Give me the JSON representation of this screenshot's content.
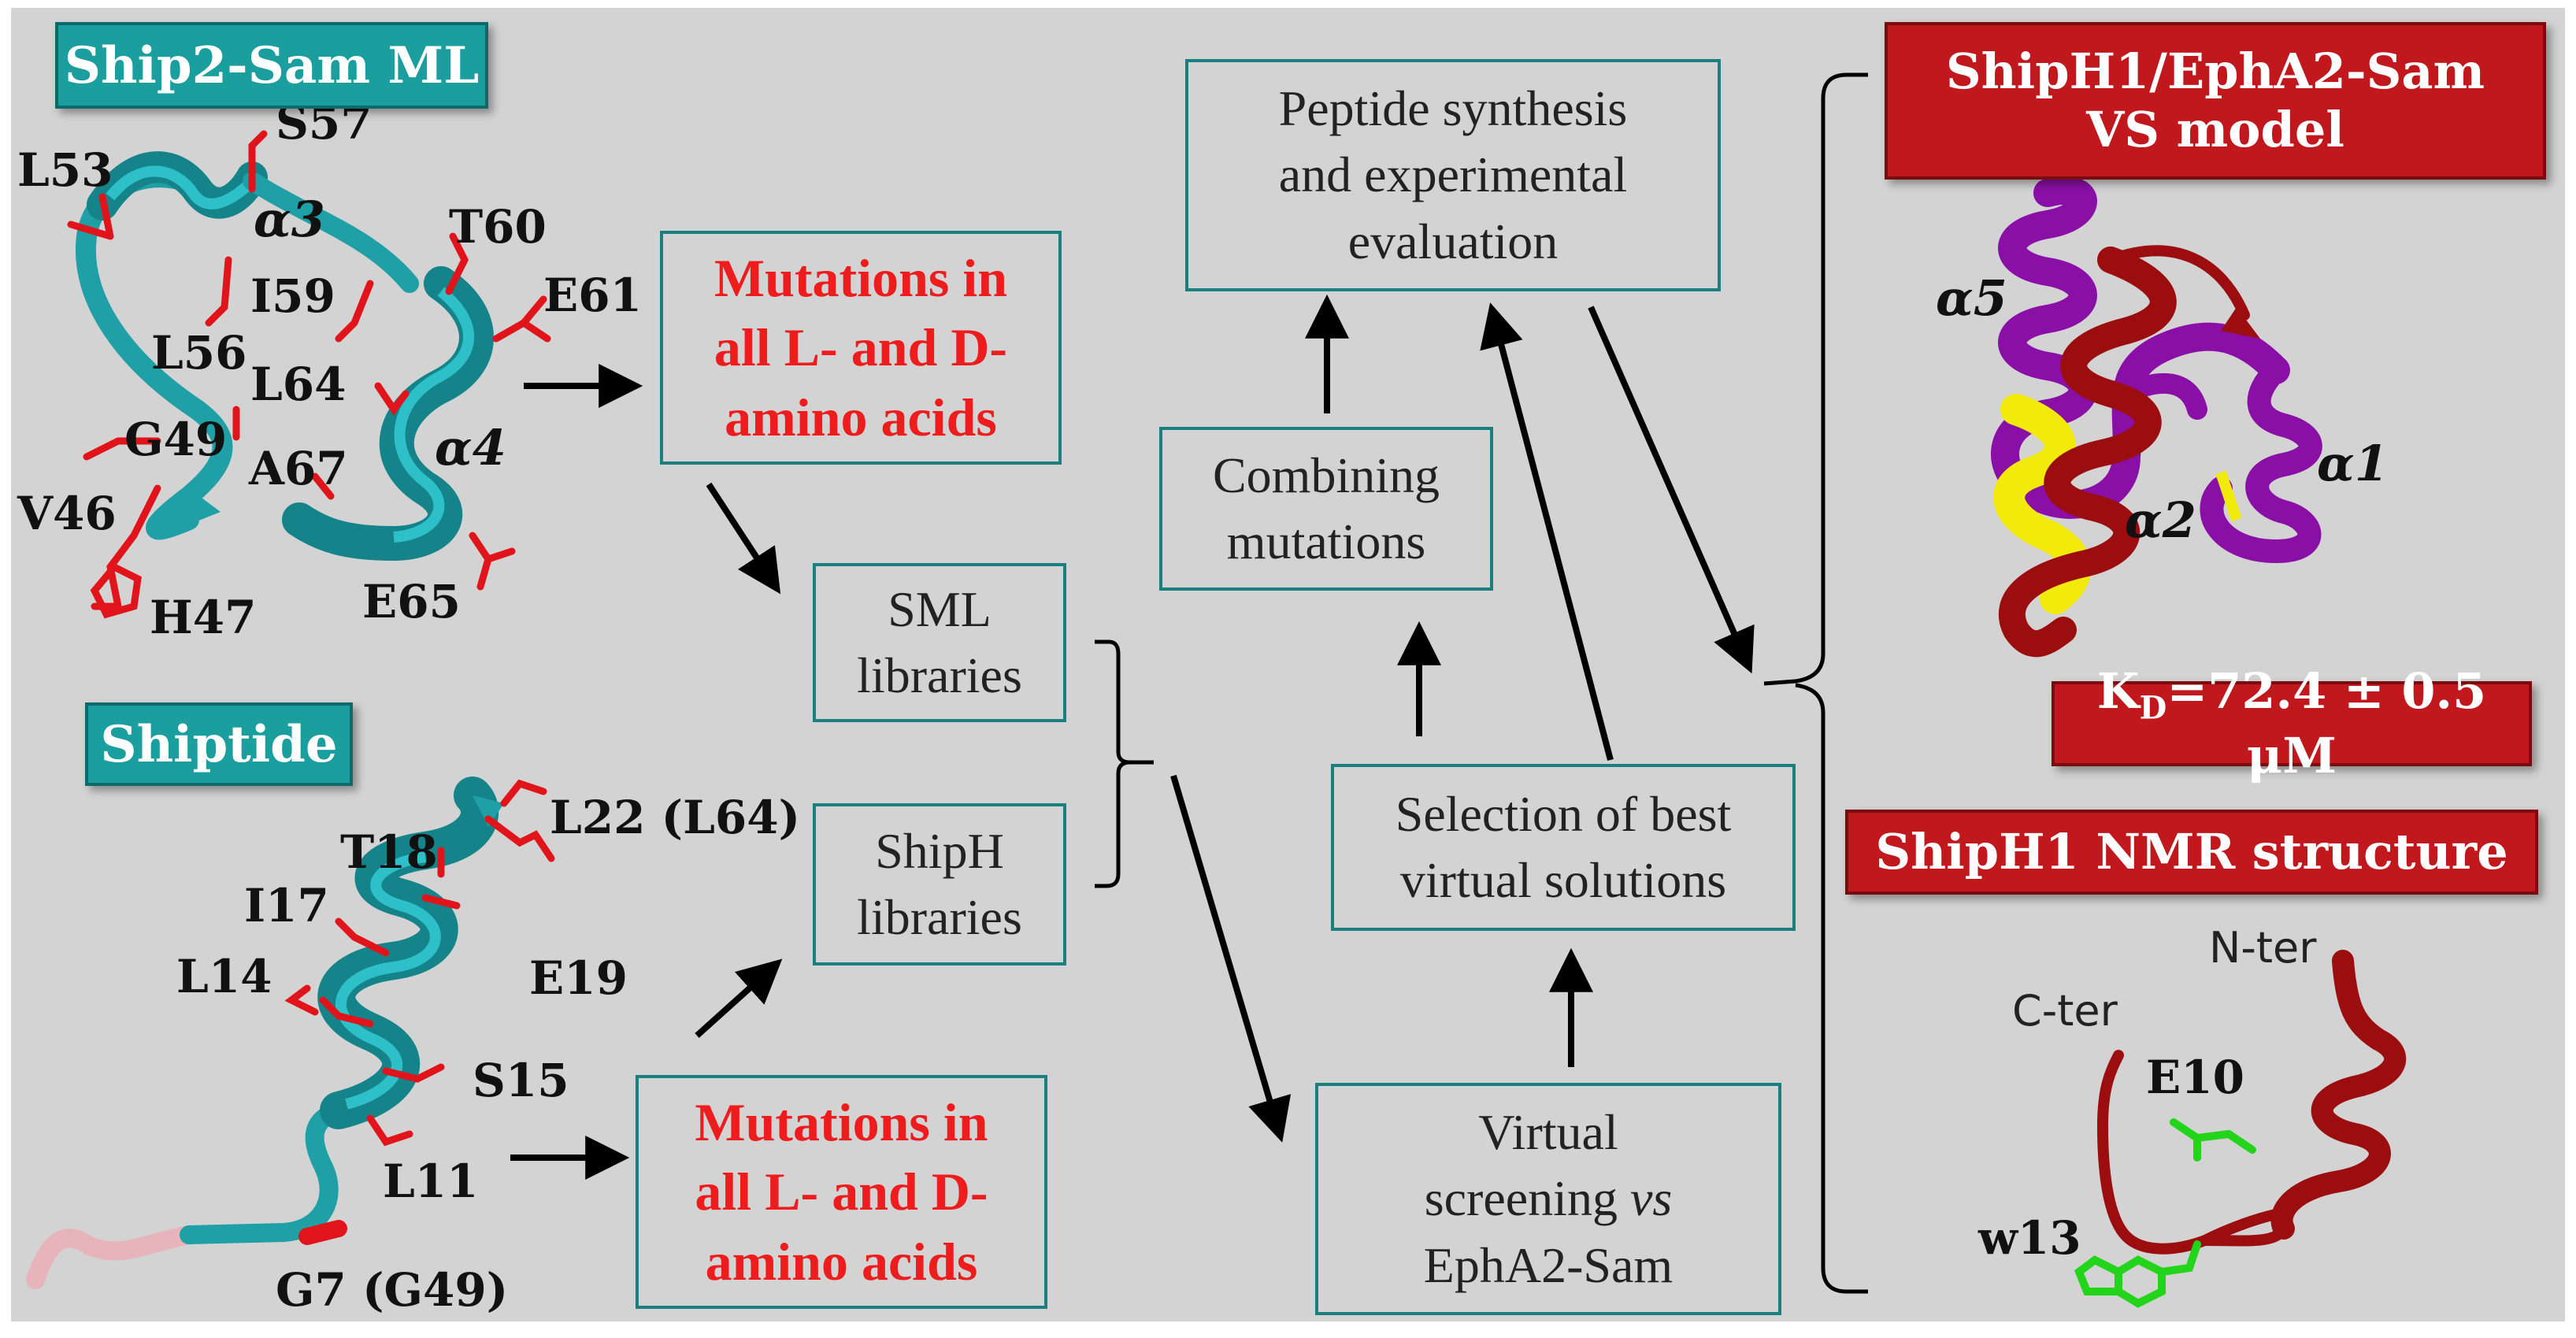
{
  "labels": {
    "ship2_sam_ml": "Ship2-Sam ML",
    "shiptide": "Shiptide",
    "vs_model": "ShipH1/EphA2-Sam VS model",
    "kd": "K",
    "kd_sub": "D",
    "kd_value": "=72.4 ± 0.5 μM",
    "nmr_structure": "ShipH1 NMR structure"
  },
  "boxes": {
    "mutations_top": "Mutations in\nall L- and D-\namino acids",
    "mutations_bottom": "Mutations in\nall L- and D-\namino acids",
    "sml_libraries": "SML\nlibraries",
    "shiph_libraries": "ShipH\nlibraries",
    "peptide_synthesis": "Peptide synthesis\nand experimental\nevaluation",
    "combining_mutations": "Combining\nmutations",
    "selection": "Selection of best\nvirtual solutions",
    "vs_line1": "Virtual",
    "vs_line2a": "screening ",
    "vs_line2b": "vs",
    "vs_line3": "EphA2-Sam"
  },
  "ship2_residues": {
    "l53": "L53",
    "s57": "S57",
    "a3": "α3",
    "t60": "T60",
    "i59": "I59",
    "e61": "E61",
    "l56": "L56",
    "l64": "L64",
    "g49": "G49",
    "a4": "α4",
    "a67": "A67",
    "v46": "V46",
    "h47": "H47",
    "e65": "E65"
  },
  "shiptide_residues": {
    "t18": "T18",
    "l22": "L22 (L64)",
    "i17": "I17",
    "l14": "L14",
    "e19": "E19",
    "s15": "S15",
    "l11": "L11",
    "g7": "G7 (G49)"
  },
  "vs_model_labels": {
    "a5": "α5",
    "a1": "α1",
    "a2": "α2"
  },
  "nmr_labels": {
    "nter": "N-ter",
    "cter": "C-ter",
    "e10": "E10",
    "w13": "w13"
  },
  "colors": {
    "teal_label": "#1a9e9e",
    "red_label": "#c0181d",
    "box_border": "#1a7f7f",
    "mutation_text": "#ee1c1c",
    "helix_teal": "#1f9fa6",
    "side_chain_red": "#e0141a",
    "purple": "#8a0fa6",
    "dark_red": "#9c0d10",
    "yellow": "#f2ea0a",
    "green": "#22d41a",
    "pink": "#e8b4bc",
    "background": "#d3d3d3"
  }
}
